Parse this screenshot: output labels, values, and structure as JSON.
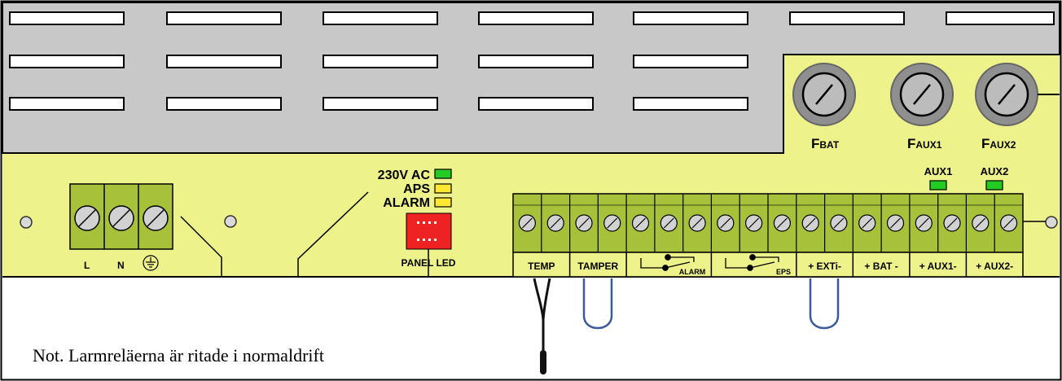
{
  "fuses": [
    {
      "main": "F",
      "sub": "BAT"
    },
    {
      "main": "F",
      "sub": "AUX1"
    },
    {
      "main": "F",
      "sub": "AUX2"
    }
  ],
  "mains_labels": {
    "l": "L",
    "n": "N"
  },
  "status_leds": [
    {
      "label": "230V AC",
      "color": "#22cc22"
    },
    {
      "label": "APS",
      "color": "#ffe733"
    },
    {
      "label": "ALARM",
      "color": "#ffe733"
    }
  ],
  "panel_led_label": "PANEL LED",
  "aux_leds": [
    {
      "label": "AUX1",
      "color": "#22cc22"
    },
    {
      "label": "AUX2",
      "color": "#22cc22"
    }
  ],
  "terminal_labels": {
    "temp": "TEMP",
    "tamper": "TAMPER",
    "alarm": "ALARM",
    "eps": "EPS",
    "ext": "+ EXTi-",
    "bat": "+ BAT -",
    "aux1": "+ AUX1-",
    "aux2": "+ AUX2-"
  },
  "note": "Not. Larmreläerna är ritade i normaldrift",
  "colors": {
    "board": "#eef28a",
    "terminal": "#a8c13b",
    "grille": "#c8c8c8",
    "fuse": "#8f8f8f",
    "wire": "#3a5a9a",
    "panel_led": "#ee2222"
  }
}
